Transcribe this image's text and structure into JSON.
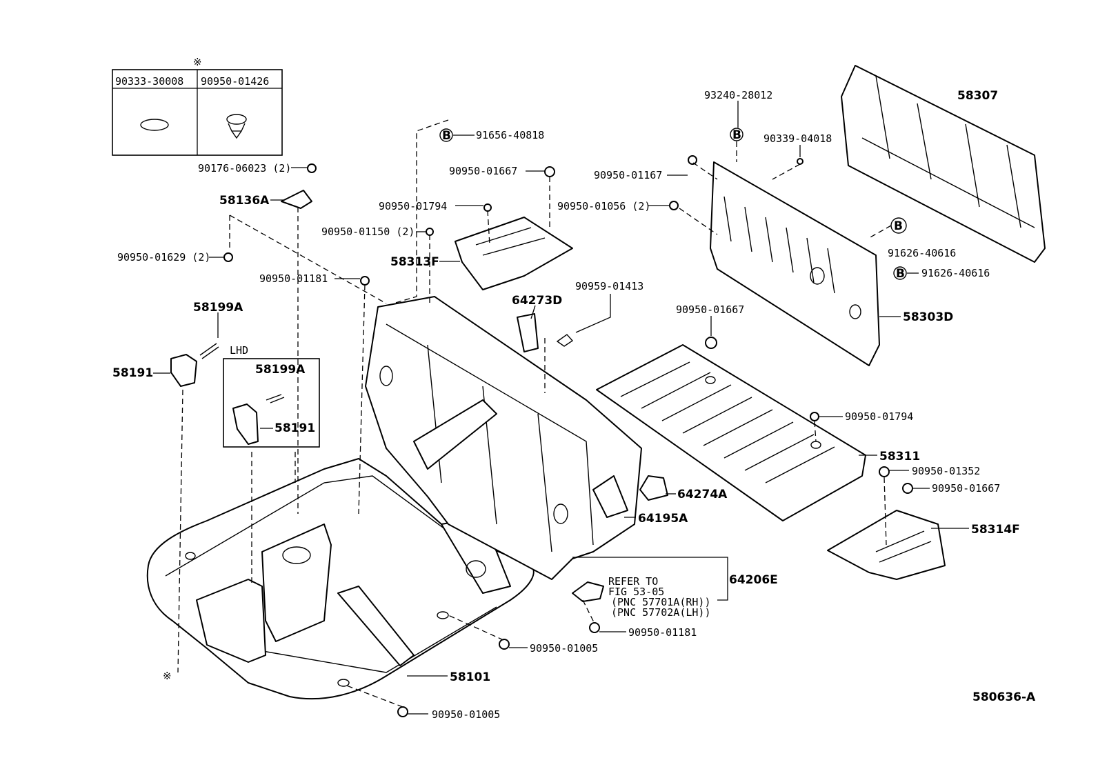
{
  "diagram_id": "580636-A",
  "legend_box": {
    "marker": "※",
    "col1_part": "90333-30008",
    "col2_part": "90950-01426"
  },
  "lhd_box": {
    "title": "LHD",
    "part_a": "58199A",
    "part_b": "58191"
  },
  "refer_note": {
    "line1": "REFER TO",
    "line2": "FIG 53-05",
    "line3": "(PNC 57701A(RH))",
    "line4": "(PNC 57702A(LH))"
  },
  "circle_b": "B",
  "labels": {
    "l01": "90176-06023 (2)",
    "l02": "58136A",
    "l03": "90950-01629 (2)",
    "l04": "91656-40818",
    "l05": "90950-01667",
    "l06": "90950-01794",
    "l07": "90950-01150 (2)",
    "l08": "58313F",
    "l09": "90950-01181",
    "l10": "58199A",
    "l11": "58191",
    "l12": "64273D",
    "l13": "90959-01413",
    "l14": "93240-28012",
    "l15": "90339-04018",
    "l16": "58307",
    "l17": "90950-01167",
    "l18": "90950-01056 (2)",
    "l19": "91626-40616",
    "l20": "91626-40616",
    "l21": "58303D",
    "l22": "90950-01667",
    "l23": "90950-01794",
    "l24": "58311",
    "l25": "90950-01352",
    "l26": "90950-01667",
    "l27": "58314F",
    "l28": "64274A",
    "l29": "64195A",
    "l30": "64206E",
    "l31": "90950-01181",
    "l32": "90950-01005",
    "l33": "58101",
    "l34": "90950-01005",
    "l35": "※"
  }
}
